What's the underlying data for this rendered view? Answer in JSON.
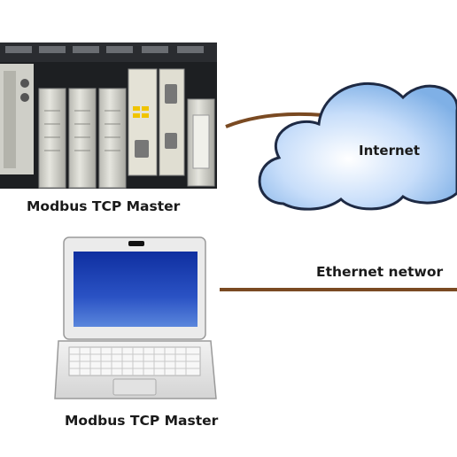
{
  "plc": {
    "label": "Modbus TCP Master"
  },
  "laptop": {
    "label": "Modbus TCP Master"
  },
  "cloud": {
    "label": "Internet"
  },
  "ethernet": {
    "label": "Ethernet networ"
  },
  "colors": {
    "link": "#7a4a22",
    "cloud_fill": "#a9ccef",
    "cloud_stroke": "#1e2a44",
    "screen": "#1c3ea8",
    "plc_dark": "#1d1f22",
    "module": "#d8d8d0"
  },
  "icons": [
    "plc-rack-icon",
    "cloud-icon",
    "laptop-icon"
  ]
}
